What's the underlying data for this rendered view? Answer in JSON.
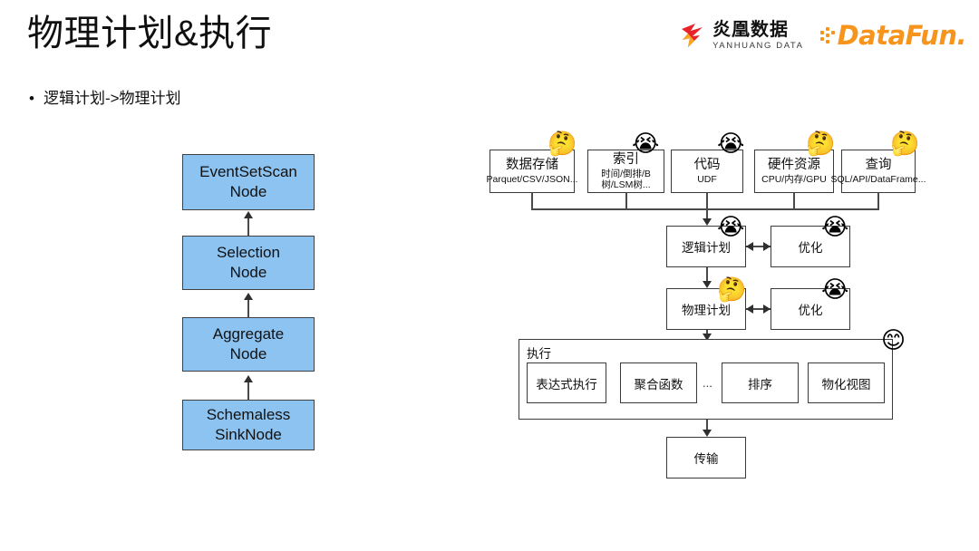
{
  "slide": {
    "title": "物理计划&执行",
    "bullet_marker": "•",
    "bullet_text": "逻辑计划->物理计划"
  },
  "logos": {
    "yanhuang": {
      "cn": "炎凰数据",
      "en": "YANHUANG DATA",
      "mark": "bird-icon",
      "color": "#E8232A"
    },
    "datafun": {
      "word": "DataFun.",
      "dots": "dots-icon",
      "color": "#F7941E"
    }
  },
  "left_plan": {
    "accent": "#8DC3F0",
    "nodes": [
      {
        "line1": "EventSetScan",
        "line2": "Node"
      },
      {
        "line1": "Selection",
        "line2": "Node"
      },
      {
        "line1": "Aggregate",
        "line2": "Node"
      },
      {
        "line1": "Schemaless",
        "line2": "SinkNode"
      }
    ]
  },
  "right_diagram": {
    "inputs": [
      {
        "title": "数据存储",
        "sub": "Parquet/CSV/JSON...",
        "emoji": "thinking-face",
        "glyph": "🤔"
      },
      {
        "title": "索引",
        "sub": "时间/倒排/B树/LSM树...",
        "emoji": "loudly-crying-face",
        "glyph": "😭"
      },
      {
        "title": "代码",
        "sub": "UDF",
        "emoji": "loudly-crying-face",
        "glyph": "😭"
      },
      {
        "title": "硬件资源",
        "sub": "CPU/内存/GPU",
        "emoji": "thinking-face",
        "glyph": "🤔"
      },
      {
        "title": "查询",
        "sub": "SQL/API/DataFrame...",
        "emoji": "thinking-face",
        "glyph": "🤔"
      }
    ],
    "logical_plan": {
      "label": "逻辑计划",
      "emoji": "loudly-crying-face",
      "glyph": "😭"
    },
    "logical_opt": {
      "label": "优化",
      "emoji": "loudly-crying-face",
      "glyph": "😭"
    },
    "physical_plan": {
      "label": "物理计划",
      "emoji": "thinking-face",
      "glyph": "🤔"
    },
    "physical_opt": {
      "label": "优化",
      "emoji": "loudly-crying-face",
      "glyph": "😭"
    },
    "execution": {
      "label": "执行",
      "emoji": "smiling-face",
      "glyph": "😊",
      "items": [
        {
          "label": "表达式执行"
        },
        {
          "label": "聚合函数"
        },
        {
          "label": "排序"
        },
        {
          "label": "物化视图"
        }
      ],
      "separator": "..."
    },
    "transport": {
      "label": "传输"
    }
  }
}
